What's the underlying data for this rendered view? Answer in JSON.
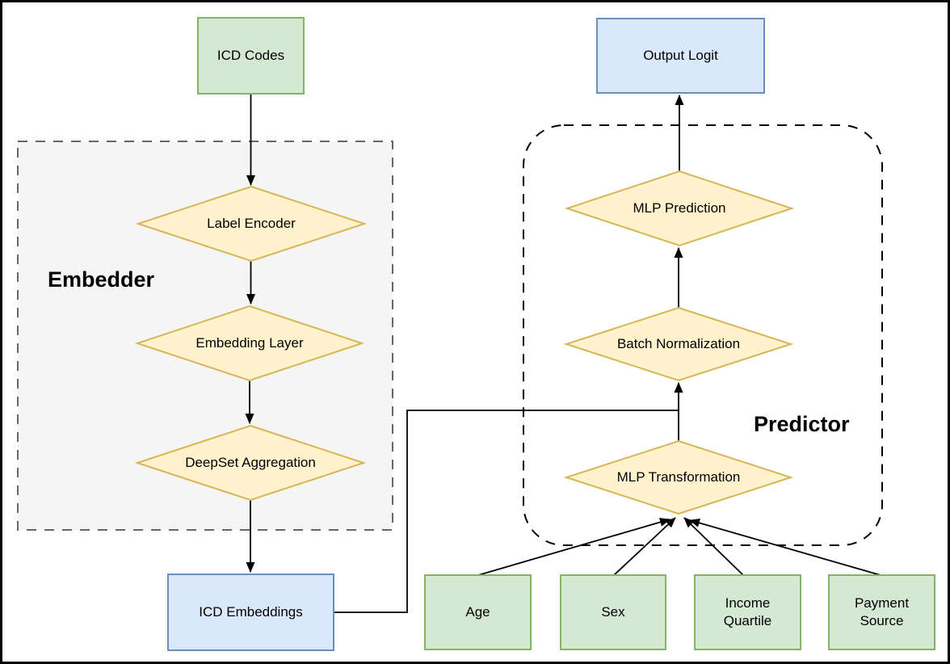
{
  "diagram": {
    "title_hint": "Embedder-Predictor model architecture flowchart",
    "groups": {
      "embedder": {
        "label": "Embedder"
      },
      "predictor": {
        "label": "Predictor"
      }
    },
    "nodes": {
      "icd_codes": {
        "label": "ICD Codes",
        "shape": "rectangle",
        "color_role": "input-green"
      },
      "label_encoder": {
        "label": "Label Encoder",
        "shape": "diamond",
        "color_role": "process-yellow"
      },
      "embedding_layer": {
        "label": "Embedding Layer",
        "shape": "diamond",
        "color_role": "process-yellow"
      },
      "deepset_aggregation": {
        "label": "DeepSet Aggregation",
        "shape": "diamond",
        "color_role": "process-yellow"
      },
      "icd_embeddings": {
        "label": "ICD Embeddings",
        "shape": "rectangle",
        "color_role": "data-blue"
      },
      "output_logit": {
        "label": "Output Logit",
        "shape": "rectangle",
        "color_role": "data-blue"
      },
      "mlp_prediction": {
        "label": "MLP Prediction",
        "shape": "diamond",
        "color_role": "process-yellow"
      },
      "batch_normalization": {
        "label": "Batch Normalization",
        "shape": "diamond",
        "color_role": "process-yellow"
      },
      "mlp_transformation": {
        "label": "MLP Transformation",
        "shape": "diamond",
        "color_role": "process-yellow"
      },
      "age": {
        "label": "Age",
        "shape": "rectangle",
        "color_role": "input-green"
      },
      "sex": {
        "label": "Sex",
        "shape": "rectangle",
        "color_role": "input-green"
      },
      "income_quartile": {
        "label": "Income Quartile",
        "shape": "rectangle",
        "color_role": "input-green"
      },
      "payment_source": {
        "label": "Payment Source",
        "shape": "rectangle",
        "color_role": "input-green"
      }
    },
    "edges": [
      {
        "from": "ICD Codes",
        "to": "Label Encoder"
      },
      {
        "from": "Label Encoder",
        "to": "Embedding Layer"
      },
      {
        "from": "Embedding Layer",
        "to": "DeepSet Aggregation"
      },
      {
        "from": "DeepSet Aggregation",
        "to": "ICD Embeddings"
      },
      {
        "from": "ICD Embeddings",
        "to": "Batch Normalization"
      },
      {
        "from": "MLP Transformation",
        "to": "Batch Normalization"
      },
      {
        "from": "Batch Normalization",
        "to": "MLP Prediction"
      },
      {
        "from": "MLP Prediction",
        "to": "Output Logit"
      },
      {
        "from": "Age",
        "to": "MLP Transformation"
      },
      {
        "from": "Sex",
        "to": "MLP Transformation"
      },
      {
        "from": "Income Quartile",
        "to": "MLP Transformation"
      },
      {
        "from": "Payment Source",
        "to": "MLP Transformation"
      }
    ],
    "colors": {
      "green_fill": "#d5e8d4",
      "green_stroke": "#82b366",
      "blue_fill": "#dae8fc",
      "blue_stroke": "#6c8ebf",
      "yellow_fill": "#fff2cc",
      "yellow_stroke": "#d6b656",
      "region_fill": "#f5f5f5",
      "region_stroke": "#666666",
      "predictor_stroke": "#000000",
      "edge": "#000000"
    }
  }
}
